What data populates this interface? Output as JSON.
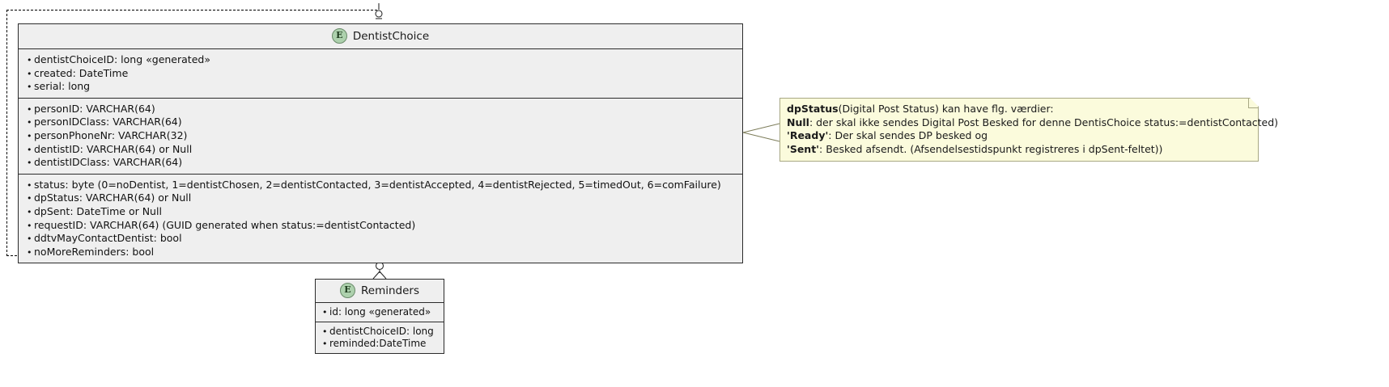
{
  "diagram": {
    "kind": "uml-entity-relationship-diagram"
  },
  "dentist_choice": {
    "stereotype_icon": "E",
    "title": "DentistChoice",
    "compartment1": [
      "dentistChoiceID: long «generated»",
      "created: DateTime",
      "serial: long"
    ],
    "compartment2": [
      "personID: VARCHAR(64)",
      "personIDClass: VARCHAR(64)",
      "personPhoneNr: VARCHAR(32)",
      "dentistID: VARCHAR(64) or Null",
      "dentistIDClass: VARCHAR(64)"
    ],
    "compartment3": [
      "status: byte (0=noDentist, 1=dentistChosen, 2=dentistContacted, 3=dentistAccepted, 4=dentistRejected, 5=timedOut, 6=comFailure)",
      "dpStatus: VARCHAR(64) or Null",
      "dpSent: DateTime or Null",
      "requestID: VARCHAR(64) (GUID generated when status:=dentistContacted)",
      "ddtvMayContactDentist: bool",
      "noMoreReminders: bool"
    ]
  },
  "reminders": {
    "stereotype_icon": "E",
    "title": "Reminders",
    "compartment1": [
      "id: long «generated»"
    ],
    "compartment2": [
      "dentistChoiceID: long",
      "reminded:DateTime"
    ]
  },
  "note": {
    "line1_bold": "dpStatus",
    "line1_rest": "(Digital Post Status) kan have flg. værdier:",
    "line2_bold": "Null",
    "line2_rest": ": der skal ikke sendes Digital Post Besked for denne DentisChoice status:=dentistContacted)",
    "line3_bold": "'Ready'",
    "line3_rest": ": Der skal sendes DP besked og",
    "line4_bold": "'Sent'",
    "line4_rest": ": Besked afsendt. (Afsendelsestidspunkt registreres i dpSent-feltet))"
  },
  "colors": {
    "class_fill": "#efefef",
    "class_border": "#2b2b2b",
    "note_fill": "#fbfbdc",
    "note_border": "#a8a884",
    "entity_icon_fill": "#add1ad"
  },
  "bullet": "•"
}
